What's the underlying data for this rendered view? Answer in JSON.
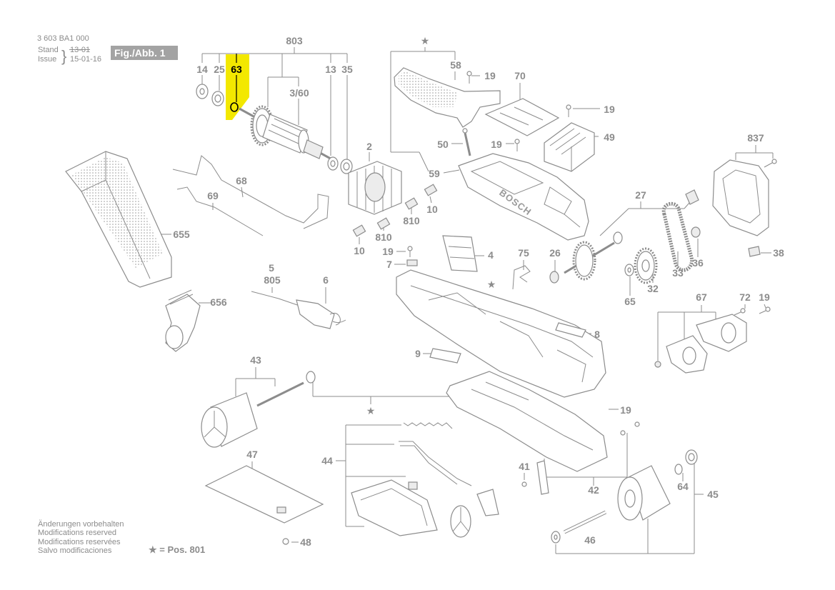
{
  "header": {
    "doc_number": "3 603 BA1 000",
    "stand_label": "Stand",
    "issue_label": "Issue",
    "brace": "}",
    "stand_value": "13-01",
    "issue_value": "15-01-16",
    "figure_label": "Fig./Abb. 1"
  },
  "highlighted_part": "63",
  "colors": {
    "line_art": "#8c8c8c",
    "highlight": "#f3e800",
    "figure_box": "#a3a3a3"
  },
  "part_labels": [
    "803",
    "14",
    "25",
    "13",
    "35",
    "3/60",
    "2",
    "58",
    "19",
    "70",
    "19",
    "50",
    "19",
    "49",
    "837",
    "59",
    "68",
    "69",
    "655",
    "27",
    "10",
    "810",
    "810",
    "10",
    "19",
    "4",
    "7",
    "5",
    "805",
    "6",
    "75",
    "26",
    "36",
    "38",
    "33",
    "32",
    "65",
    "67",
    "72",
    "19",
    "656",
    "8",
    "9",
    "43",
    "19",
    "47",
    "44",
    "41",
    "42",
    "64",
    "45",
    "46",
    "48"
  ],
  "star_symbol": "★",
  "housing_logo": "BOSCH",
  "footer": {
    "notes": [
      "Änderungen vorbehalten",
      "Modifications reserved",
      "Modifications reservées",
      "Salvo modificaciones"
    ],
    "legend": "★ = Pos. 801"
  }
}
